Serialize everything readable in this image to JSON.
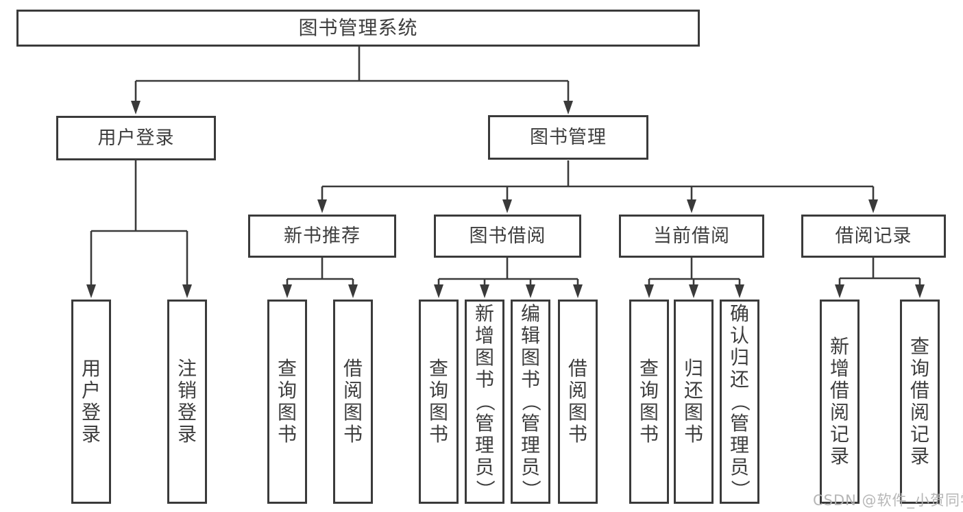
{
  "diagram": {
    "root": {
      "label": "图书管理系统"
    },
    "branches": [
      {
        "label": "用户登录",
        "leaves": [
          {
            "label": "用户登录"
          },
          {
            "label": "注销登录"
          }
        ]
      },
      {
        "label": "图书管理",
        "sections": [
          {
            "label": "新书推荐",
            "leaves": [
              {
                "label": "查询图书"
              },
              {
                "label": "借阅图书"
              }
            ]
          },
          {
            "label": "图书借阅",
            "leaves": [
              {
                "label": "查询图书"
              },
              {
                "label": "新增图书（管理员）"
              },
              {
                "label": "编辑图书（管理员）"
              },
              {
                "label": "借阅图书"
              }
            ]
          },
          {
            "label": "当前借阅",
            "leaves": [
              {
                "label": "查询图书"
              },
              {
                "label": "归还图书"
              },
              {
                "label": "确认归还（管理员）"
              }
            ]
          },
          {
            "label": "借阅记录",
            "leaves": [
              {
                "label": "新增借阅记录"
              },
              {
                "label": "查询借阅记录"
              }
            ]
          }
        ]
      }
    ]
  },
  "watermark": {
    "text": "CSDN @软件_小贺同学"
  },
  "colors": {
    "line": "#3a3a3a",
    "text": "#3d3d3d",
    "background": "#ffffff",
    "watermark": "#b3b3b3"
  }
}
